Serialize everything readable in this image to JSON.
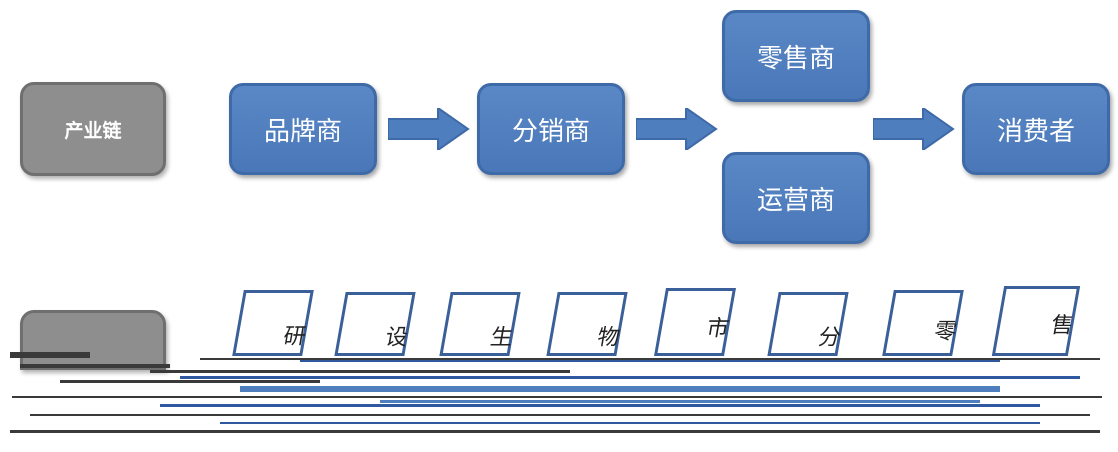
{
  "row1": {
    "label": "产业链",
    "nodes": {
      "brand": "品牌商",
      "distributor": "分销商",
      "retailer": "零售商",
      "operator": "运营商",
      "consumer": "消费者"
    }
  },
  "row2": {
    "segments": [
      "研",
      "设",
      "生",
      "物",
      "市",
      "分",
      "零",
      "售"
    ]
  },
  "colors": {
    "node_fill": "#4f7ebf",
    "node_border": "#3f6aa8",
    "label_fill": "#8e8e8e",
    "arrow_fill": "#4f7ebf"
  }
}
